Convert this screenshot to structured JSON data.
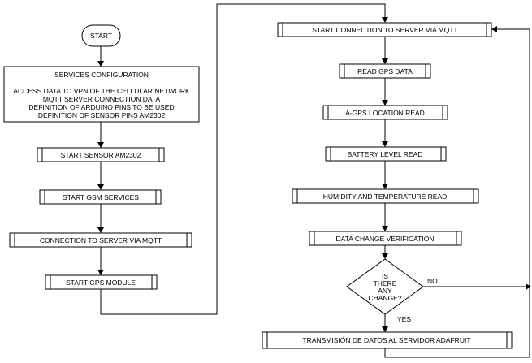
{
  "nodes": {
    "start": "START",
    "services_config": {
      "title": "SERVICES CONFIGURATION",
      "lines": [
        "ACCESS DATA TO VPN OF THE CELLULAR NETWORK",
        "MQTT SERVER CONNECTION DATA",
        "DEFINITION OF ARDUINO PINS TO BE USED",
        "DEFINITION OF SENSOR PINS AM2302"
      ]
    },
    "start_sensor": "START SENSOR AM2302",
    "start_gsm": "START GSM SERVICES",
    "connection_server": "CONNECTION TO SERVER VIA MQTT",
    "start_gps": "START GPS MODULE",
    "start_connection": "START CONNECTION TO SERVER VIA MQTT",
    "read_gps": "READ GPS DATA",
    "agps_read": "A-GPS LOCATION READ",
    "battery_read": "BATTERY LEVEL READ",
    "humidity_read": "HUMIDITY AND TEMPERATURE READ",
    "data_change": "DATA CHANGE VERIFICATION",
    "decision": [
      "IS",
      "THERE",
      "ANY",
      "CHANGE?"
    ],
    "transmission": "TRANSMISIÓN DE DATOS AL SERVIDOR ADAFRUIT"
  },
  "edges": {
    "no": "NO",
    "yes": "YES"
  }
}
